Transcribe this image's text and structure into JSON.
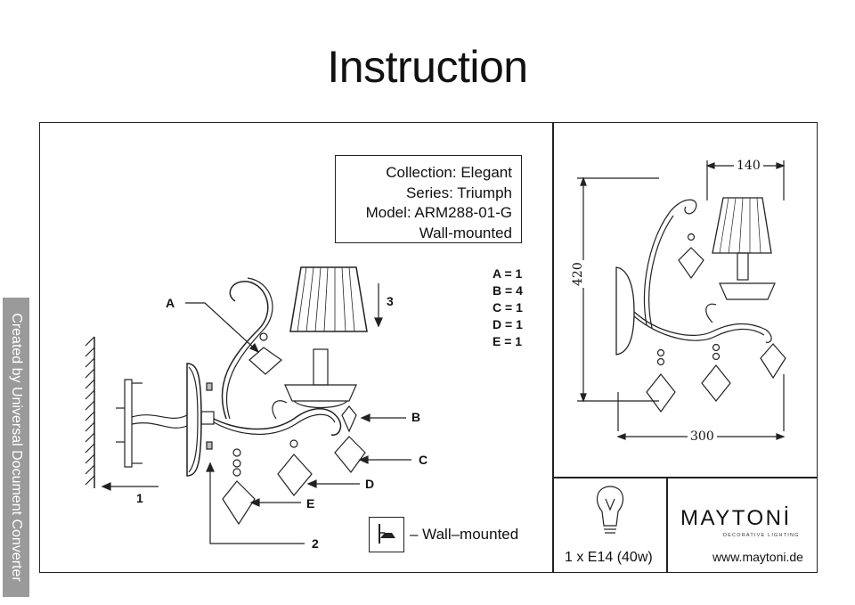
{
  "title": "Instruction",
  "info": {
    "collection": "Collection: Elegant",
    "series": "Series: Triumph",
    "model": "Model: ARM288-01-G",
    "mount": "Wall-mounted"
  },
  "parts": [
    "A = 1",
    "B = 4",
    "C = 1",
    "D = 1",
    "E = 1"
  ],
  "callouts": {
    "a": "A",
    "b": "B",
    "c": "C",
    "d": "D",
    "e": "E",
    "n1": "1",
    "n2": "2",
    "n3": "3"
  },
  "legend": {
    "wall_mounted": "– Wall–mounted"
  },
  "dimensions": {
    "width_top": "140",
    "height": "420",
    "width_bottom": "300"
  },
  "bulb": "1 x E14 (40w)",
  "brand": {
    "name": "MAYTONİ",
    "tagline": "DECORATIVE LIGHTING"
  },
  "website": "www.maytoni.de",
  "watermark": "Created by Universal Document Converter"
}
